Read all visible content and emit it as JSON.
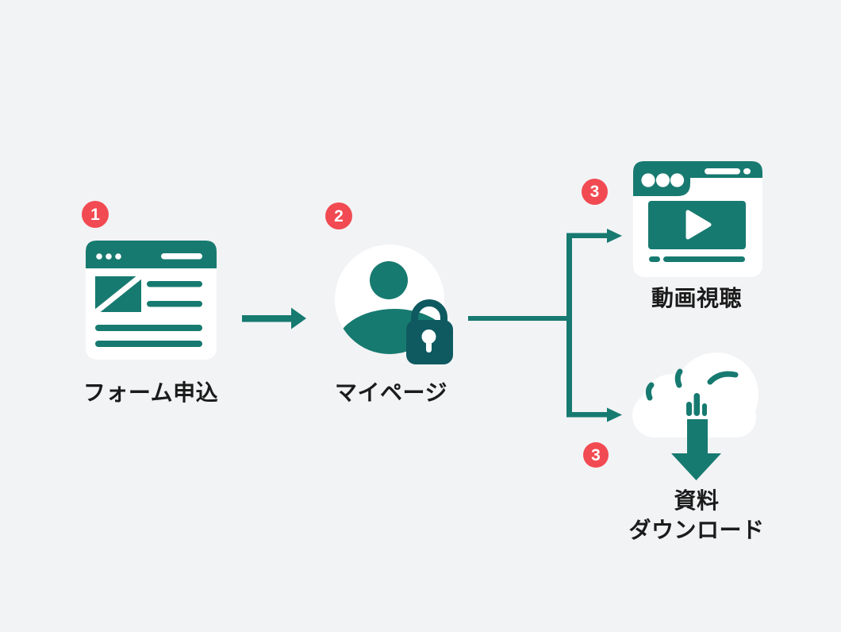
{
  "diagram": {
    "title": "membership-content-flow",
    "background": "#f2f3f5",
    "colors": {
      "teal": "#177a70",
      "dark_teal": "#0f5a61",
      "badge_red": "#f24a52",
      "label_text": "#1b1b1b",
      "icon_white": "#ffffff"
    },
    "steps": [
      {
        "badge": "1",
        "label": "フォーム申込",
        "icon": "form-browser-icon"
      },
      {
        "badge": "2",
        "label": "マイページ",
        "icon": "user-lock-icon"
      },
      {
        "badge": "3",
        "label": "動画視聴",
        "icon": "video-player-icon"
      },
      {
        "badge": "3",
        "label_line1": "資料",
        "label_line2": "ダウンロード",
        "icon": "cloud-download-icon"
      }
    ]
  }
}
